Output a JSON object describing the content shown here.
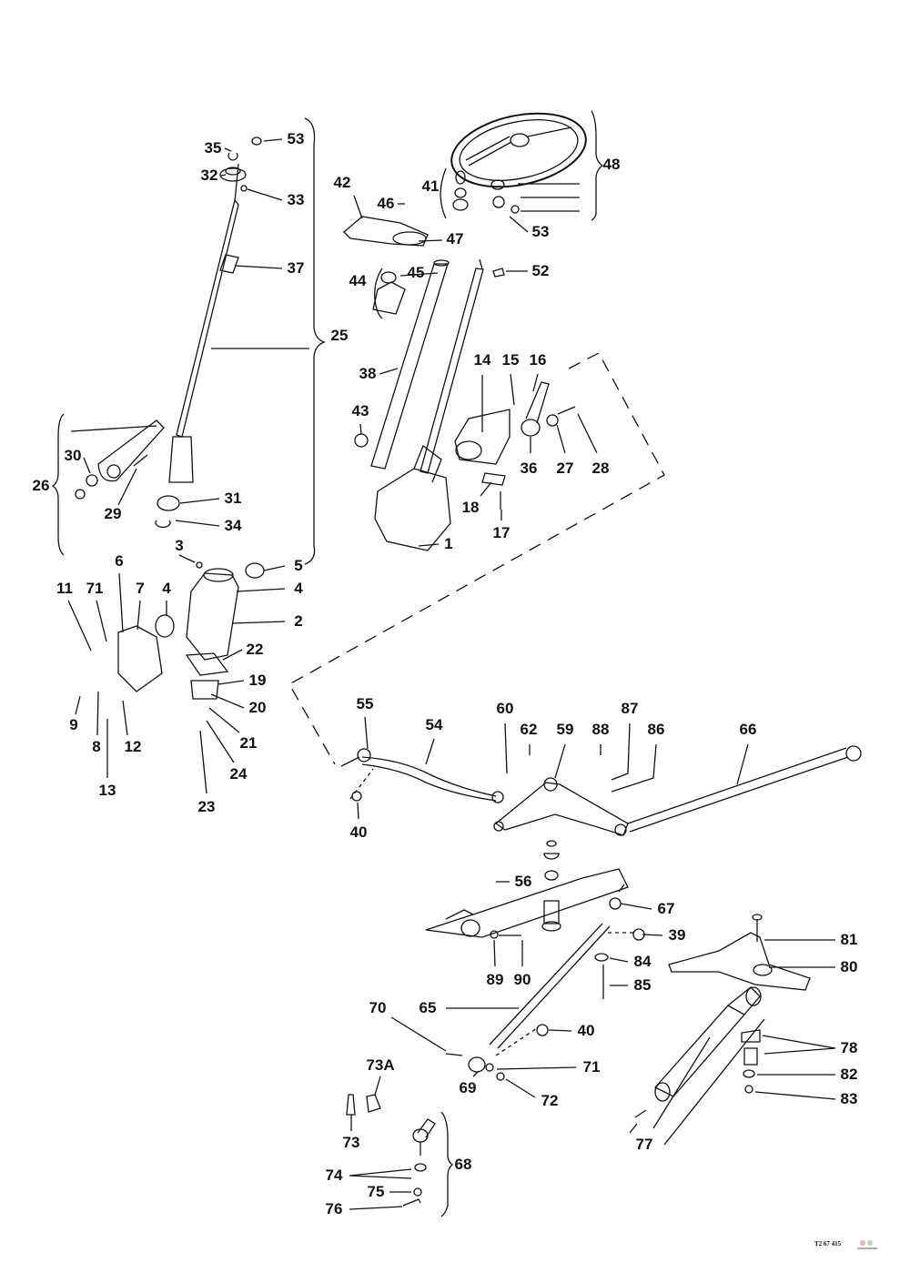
{
  "diagram": {
    "figure_code": "T2 67 415",
    "callouts": [
      "53",
      "35",
      "32",
      "33",
      "37",
      "25",
      "26",
      "30",
      "29",
      "31",
      "34",
      "3",
      "5",
      "4",
      "2",
      "6",
      "11",
      "71",
      "7",
      "4",
      "22",
      "19",
      "20",
      "21",
      "24",
      "23",
      "9",
      "8",
      "12",
      "13",
      "42",
      "46",
      "41",
      "47",
      "44",
      "45",
      "48",
      "53",
      "52",
      "38",
      "43",
      "14",
      "15",
      "16",
      "36",
      "27",
      "28",
      "18",
      "17",
      "1",
      "55",
      "54",
      "60",
      "62",
      "59",
      "88",
      "87",
      "86",
      "66",
      "40",
      "56",
      "67",
      "39",
      "81",
      "80",
      "84",
      "85",
      "89",
      "90",
      "70",
      "65",
      "40",
      "71",
      "69",
      "72",
      "73A",
      "73",
      "78",
      "82",
      "83",
      "77",
      "68",
      "74",
      "75",
      "76"
    ],
    "line_color": "#111111"
  }
}
